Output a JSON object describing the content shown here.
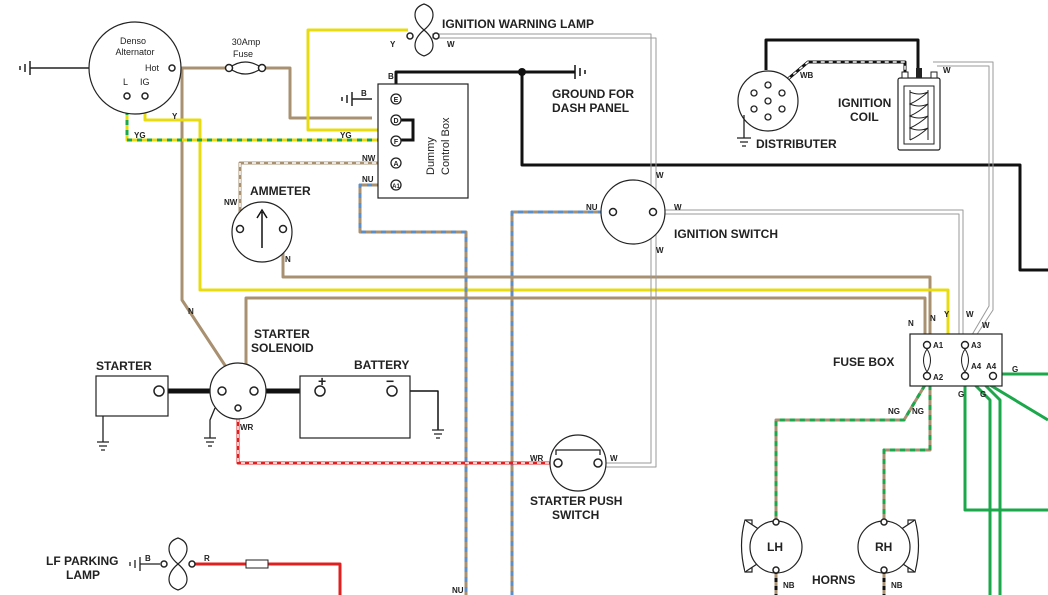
{
  "components": {
    "alternator": {
      "line1": "Denso",
      "line2": "Alternator",
      "hot": "Hot",
      "l": "L",
      "ig": "IG"
    },
    "fuse": {
      "line1": "30Amp",
      "line2": "Fuse"
    },
    "warning_lamp": "IGNITION WARNING LAMP",
    "ground_dash": {
      "line1": "GROUND FOR",
      "line2": "DASH PANEL"
    },
    "control_box": {
      "line1": "Dummy",
      "line2": "Control Box",
      "terminals": [
        "E",
        "D",
        "F",
        "A",
        "A1"
      ]
    },
    "ammeter": "AMMETER",
    "ignition_switch": "IGNITION SWITCH",
    "distributer": "DISTRIBUTER",
    "ignition_coil": {
      "line1": "IGNITION",
      "line2": "COIL"
    },
    "starter": "STARTER",
    "starter_solenoid": {
      "line1": "STARTER",
      "line2": "SOLENOID"
    },
    "battery": {
      "label": "BATTERY",
      "plus": "+",
      "minus": "−"
    },
    "fuse_box": {
      "label": "FUSE BOX",
      "a1": "A1",
      "a2": "A2",
      "a3": "A3",
      "a4a": "A4",
      "a4b": "A4"
    },
    "starter_push": {
      "line1": "STARTER PUSH",
      "line2": "SWITCH"
    },
    "horns": {
      "label": "HORNS",
      "lh": "LH",
      "rh": "RH"
    },
    "lf_parking": {
      "line1": "LF PARKING",
      "line2": "LAMP"
    }
  },
  "wire_labels": {
    "y_lamp": "Y",
    "w_lamp": "W",
    "b_cb_top": "B",
    "b_cb_e": "B",
    "yg_left": "YG",
    "yg_cb": "YG",
    "y_alt": "Y",
    "nw_cb": "NW",
    "nu_cb": "NU",
    "nw_amm": "NW",
    "n_amm": "N",
    "nu_sw": "NU",
    "w_sw_top": "W",
    "w_sw_right": "W",
    "w_sw_bot": "W",
    "wb_dist": "WB",
    "w_coil": "W",
    "n_left": "N",
    "n_fb1": "N",
    "n_fb2": "N",
    "y_fb": "Y",
    "w_fb1": "W",
    "w_fb2": "W",
    "ng_1": "NG",
    "ng_2": "NG",
    "g_1": "G",
    "g_2": "G",
    "g_3": "G",
    "wr_sol": "WR",
    "wr_push": "WR",
    "w_push": "W",
    "nb_lh": "NB",
    "nb_rh": "NB",
    "nu_bot": "NU",
    "b_lf": "B",
    "r_lf": "R"
  },
  "colors": {
    "tan": "#a89070",
    "yellow": "#f2e600",
    "green": "#1aa84a",
    "blue": "#5b8fc9",
    "red": "#e02020",
    "black": "#111111",
    "white_wire": "#9a9a9a"
  }
}
